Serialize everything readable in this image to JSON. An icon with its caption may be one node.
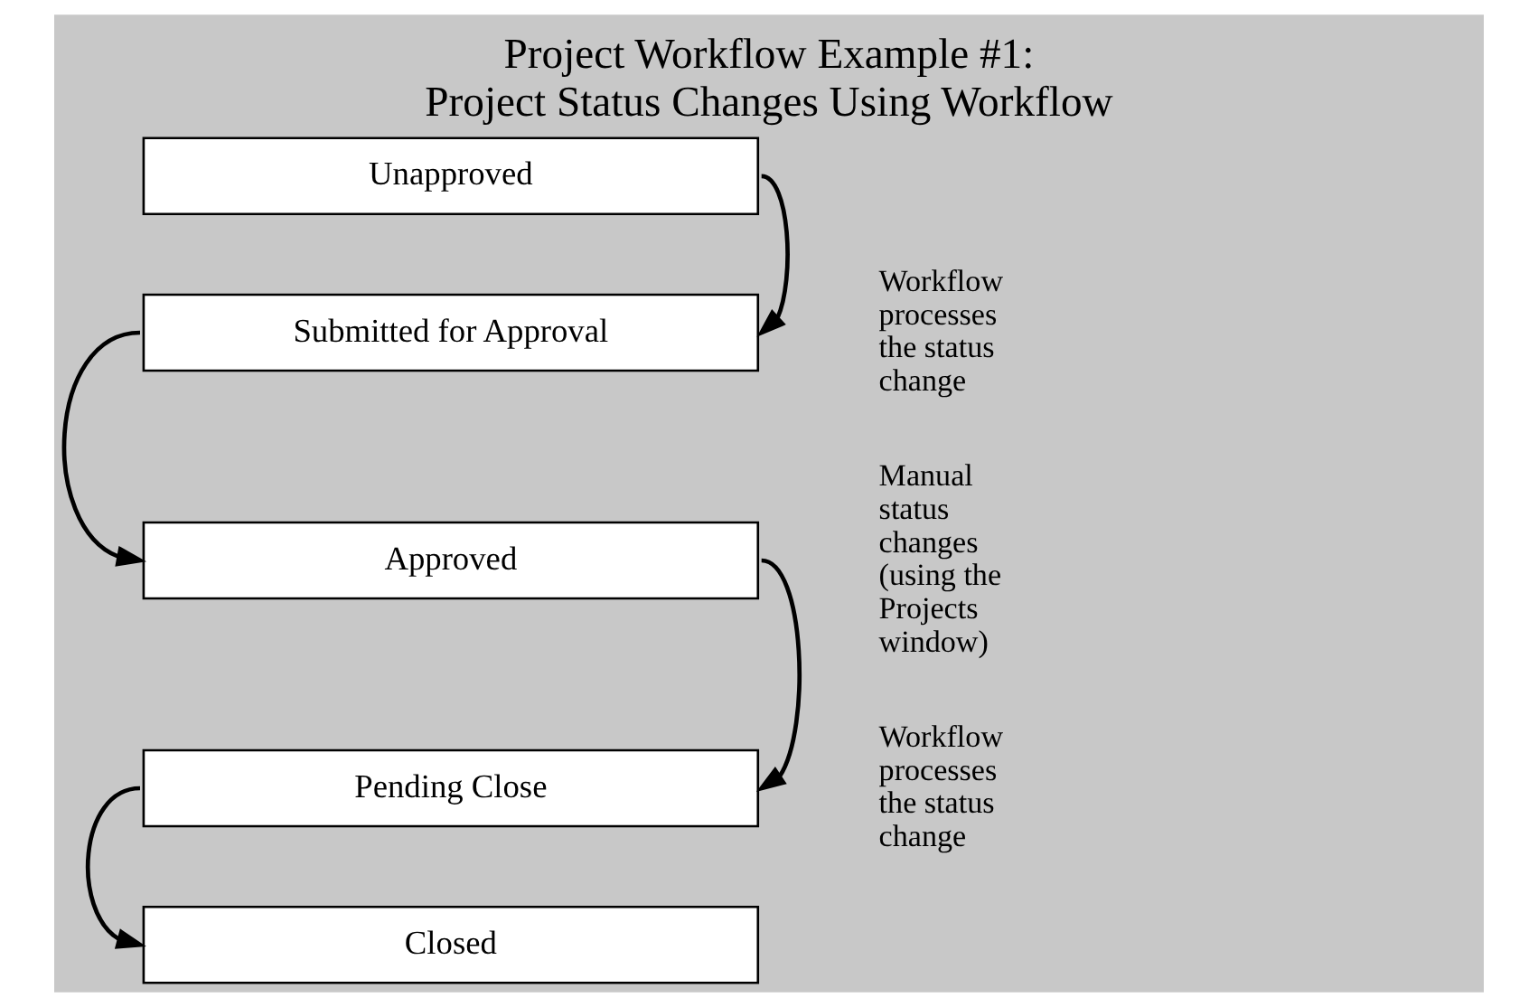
{
  "diagram": {
    "title": "Project Workflow Example #1: Project Status Changes Using Workflow",
    "nodes": [
      {
        "text": [
          "Unapproved"
        ]
      },
      {
        "text": [
          "Submitted for Approval"
        ]
      },
      {
        "text": [
          "Approved"
        ]
      },
      {
        "text": [
          "Pending Close"
        ]
      },
      {
        "text": [
          "Closed"
        ]
      }
    ],
    "edges": [
      {
        "from": 0,
        "to": 1,
        "arrow": "to"
      },
      {
        "from": 1,
        "to": 2,
        "arrow": "to"
      },
      {
        "from": 2,
        "to": 3,
        "arrow": "to"
      },
      {
        "from": 3,
        "to": 4,
        "arrow": "to"
      }
    ],
    "labels": [
      "Workflow processes the status change",
      "Manual status changes (using the Projects window)",
      "Workflow processes the status change"
    ]
  }
}
